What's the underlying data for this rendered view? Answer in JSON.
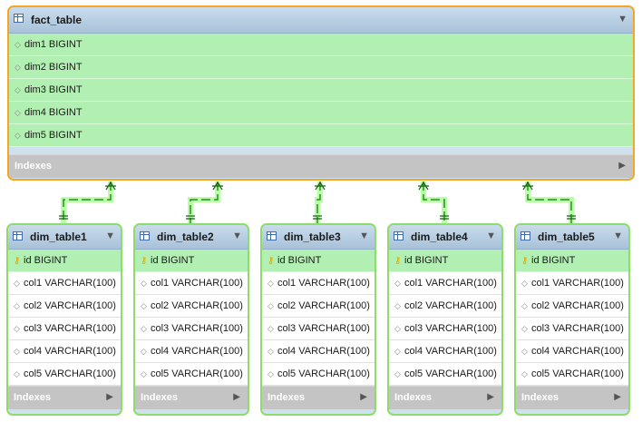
{
  "colors": {
    "fact_border": "#f5a623",
    "dim_border": "#8ddc6c",
    "row_green": "#b2efb2",
    "header_blue": "#a8c2d9",
    "index_bar": "#c4c4c4",
    "connector": "#2e8b2e",
    "connector_glow": "#7dff5a"
  },
  "icons": {
    "table": "table-grid-icon",
    "collapse": "triangle-down-icon",
    "expand": "triangle-right-icon",
    "column": "diamond-icon",
    "primary_key": "key-icon"
  },
  "fact_table": {
    "name": "fact_table",
    "columns": [
      "dim1 BIGINT",
      "dim2 BIGINT",
      "dim3 BIGINT",
      "dim4 BIGINT",
      "dim5 BIGINT"
    ],
    "indexes_label": "Indexes"
  },
  "dim_tables": [
    {
      "name": "dim_table1",
      "columns": [
        "id BIGINT",
        "col1 VARCHAR(100)",
        "col2 VARCHAR(100)",
        "col3 VARCHAR(100)",
        "col4 VARCHAR(100)",
        "col5 VARCHAR(100)"
      ],
      "indexes_label": "Indexes"
    },
    {
      "name": "dim_table2",
      "columns": [
        "id BIGINT",
        "col1 VARCHAR(100)",
        "col2 VARCHAR(100)",
        "col3 VARCHAR(100)",
        "col4 VARCHAR(100)",
        "col5 VARCHAR(100)"
      ],
      "indexes_label": "Indexes"
    },
    {
      "name": "dim_table3",
      "columns": [
        "id BIGINT",
        "col1 VARCHAR(100)",
        "col2 VARCHAR(100)",
        "col3 VARCHAR(100)",
        "col4 VARCHAR(100)",
        "col5 VARCHAR(100)"
      ],
      "indexes_label": "Indexes"
    },
    {
      "name": "dim_table4",
      "columns": [
        "id BIGINT",
        "col1 VARCHAR(100)",
        "col2 VARCHAR(100)",
        "col3 VARCHAR(100)",
        "col4 VARCHAR(100)",
        "col5 VARCHAR(100)"
      ],
      "indexes_label": "Indexes"
    },
    {
      "name": "dim_table5",
      "columns": [
        "id BIGINT",
        "col1 VARCHAR(100)",
        "col2 VARCHAR(100)",
        "col3 VARCHAR(100)",
        "col4 VARCHAR(100)",
        "col5 VARCHAR(100)"
      ],
      "indexes_label": "Indexes"
    }
  ]
}
